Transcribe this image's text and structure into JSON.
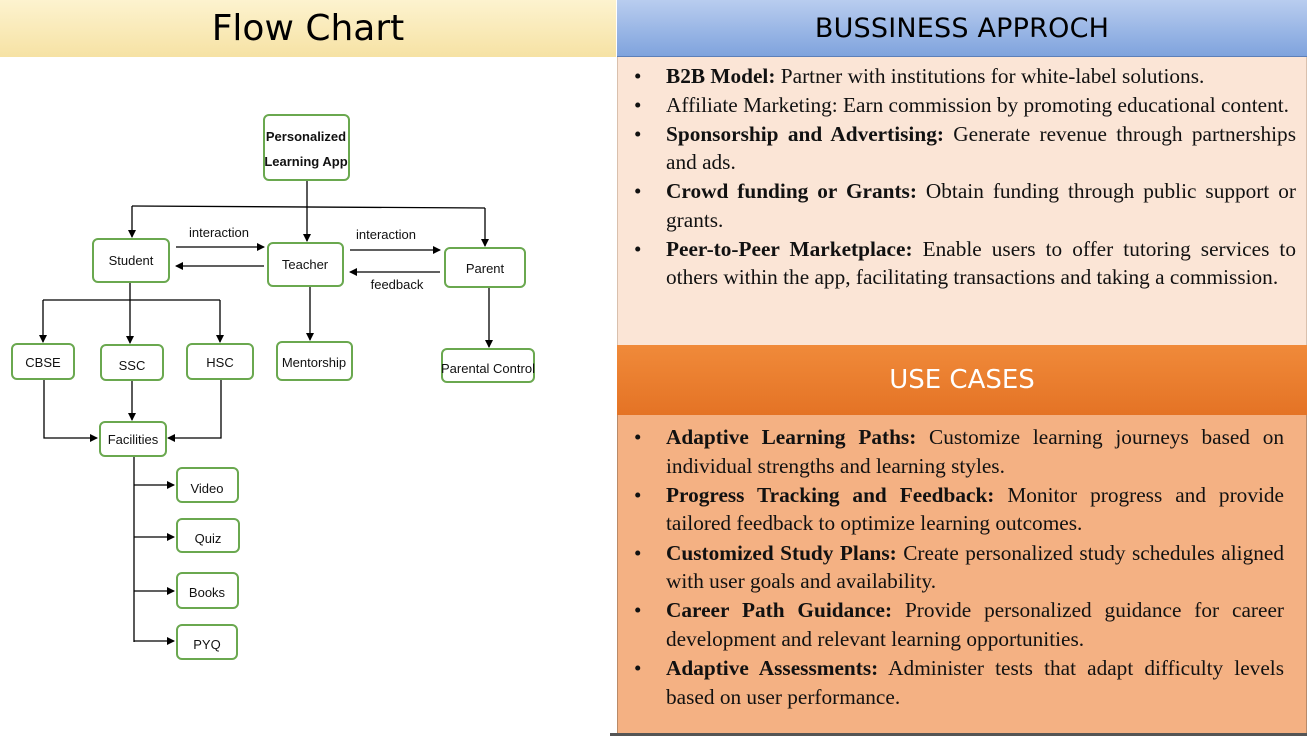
{
  "left": {
    "title": "Flow Chart"
  },
  "diagram": {
    "nodes": {
      "app_line1": "Personalized",
      "app_line2": "Learning App",
      "student": "Student",
      "teacher": "Teacher",
      "parent": "Parent",
      "cbse": "CBSE",
      "ssc": "SSC",
      "hsc": "HSC",
      "mentorship": "Mentorship",
      "parental_control": "Parental Control",
      "facilities": "Facilities",
      "video": "Video",
      "quiz": "Quiz",
      "books": "Books",
      "pyq": "PYQ"
    },
    "edge_labels": {
      "student_teacher": "interaction",
      "teacher_parent": "interaction",
      "parent_teacher": "feedback"
    }
  },
  "business": {
    "title": "BUSSINESS APPROCH",
    "items": [
      {
        "bold": "B2B Model:",
        "text": " Partner with institutions for white-label solutions."
      },
      {
        "bold": "",
        "text": " Affiliate Marketing: Earn commission by promoting educational content."
      },
      {
        "bold": "Sponsorship and Advertising:",
        "text": " Generate revenue through partnerships and ads."
      },
      {
        "bold": " Crowd funding or Grants:",
        "text": " Obtain funding through public support or grants."
      },
      {
        "bold": "Peer-to-Peer Marketplace:",
        "text": " Enable users to offer tutoring services to others within the app, facilitating transactions and taking a commission."
      }
    ]
  },
  "use_cases": {
    "title": "USE CASES",
    "items": [
      {
        "bold": " Adaptive Learning Paths:",
        "text": " Customize learning journeys based on individual strengths and learning styles."
      },
      {
        "bold": "Progress Tracking and Feedback:",
        "text": " Monitor progress and provide tailored feedback to optimize learning outcomes."
      },
      {
        "bold": "Customized Study Plans:",
        "text": " Create personalized study schedules aligned with user goals and availability."
      },
      {
        "bold": " Career Path Guidance:",
        "text": " Provide personalized guidance for career development and relevant learning opportunities."
      },
      {
        "bold": "Adaptive Assessments:",
        "text": " Administer tests that adapt difficulty levels based on user performance."
      }
    ]
  },
  "bullet": "•",
  "colors": {
    "node_border": "#6aa84f",
    "left_header": "#f6e2a4",
    "business_header": "#8eaadb",
    "business_body": "#fbe5d6",
    "use_header": "#ed7d31",
    "use_body": "#f4b183"
  }
}
